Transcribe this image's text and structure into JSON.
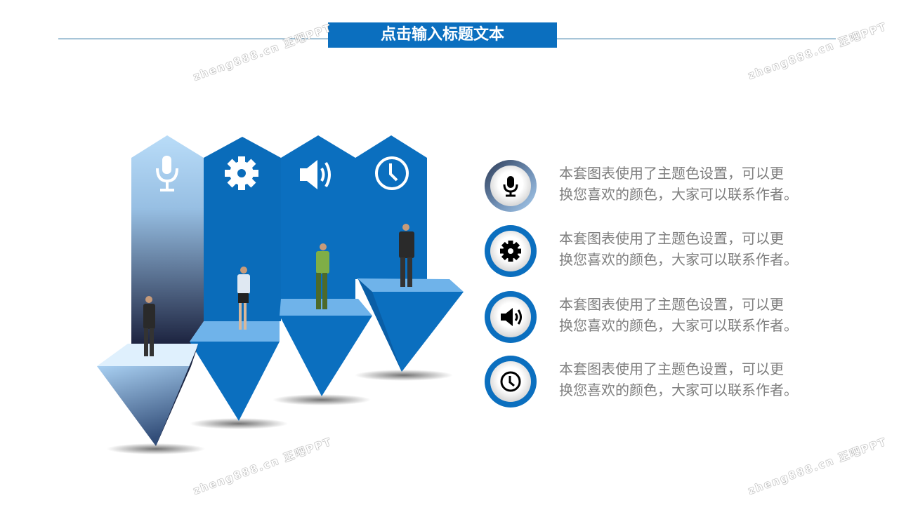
{
  "header": {
    "title": "点击输入标题文本"
  },
  "watermark": "zheng888.cn 正吧PPT",
  "columns": [
    {
      "icon": "microphone-icon"
    },
    {
      "icon": "gear-icon"
    },
    {
      "icon": "speaker-icon"
    },
    {
      "icon": "clock-icon"
    }
  ],
  "items": [
    {
      "icon": "microphone-icon",
      "line1": "本套图表使用了主题色设置，可以更",
      "line2": "换您喜欢的颜色，大家可以联系作者。"
    },
    {
      "icon": "gear-icon",
      "line1": "本套图表使用了主题色设置，可以更",
      "line2": "换您喜欢的颜色，大家可以联系作者。"
    },
    {
      "icon": "speaker-icon",
      "line1": "本套图表使用了主题色设置，可以更",
      "line2": "换您喜欢的颜色，大家可以联系作者。"
    },
    {
      "icon": "clock-icon",
      "line1": "本套图表使用了主题色设置，可以更",
      "line2": "换您喜欢的颜色，大家可以联系作者。"
    }
  ],
  "colors": {
    "accent": "#0b6fbf",
    "text": "#7f7f7f",
    "light": "#a9d3f5",
    "dark": "#1c2340"
  }
}
